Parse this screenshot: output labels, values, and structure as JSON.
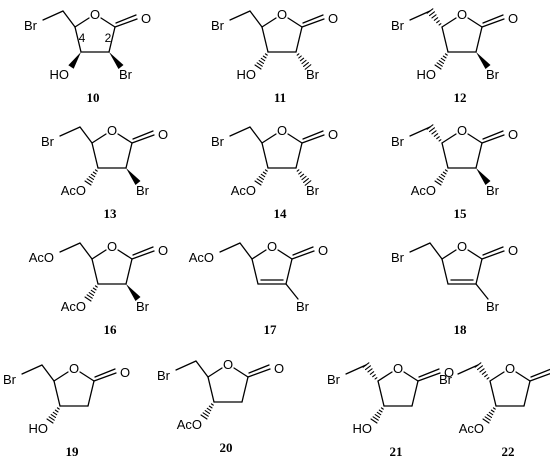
{
  "compounds": [
    {
      "label": "10",
      "kind": "sat",
      "c5": "Br",
      "c4": "HO",
      "c3": "Br",
      "c5Stereo": "plain",
      "c4Stereo": "wedge",
      "c3Stereo": "wedge",
      "positions": [
        "4",
        "2"
      ]
    },
    {
      "label": "11",
      "kind": "sat",
      "c5": "Br",
      "c4": "HO",
      "c3": "Br",
      "c5Stereo": "plain",
      "c4Stereo": "hash",
      "c3Stereo": "hash"
    },
    {
      "label": "12",
      "kind": "sat",
      "c5": "Br",
      "c4": "HO",
      "c3": "Br",
      "c5Stereo": "hash",
      "c4Stereo": "hash",
      "c3Stereo": "wedge"
    },
    {
      "label": "13",
      "kind": "sat",
      "c5": "Br",
      "c4": "AcO",
      "c3": "Br",
      "c5Stereo": "plain",
      "c4Stereo": "hash",
      "c3Stereo": "wedge"
    },
    {
      "label": "14",
      "kind": "sat",
      "c5": "Br",
      "c4": "AcO",
      "c3": "Br",
      "c5Stereo": "plain",
      "c4Stereo": "hash",
      "c3Stereo": "hash"
    },
    {
      "label": "15",
      "kind": "sat",
      "c5": "Br",
      "c4": "AcO",
      "c3": "Br",
      "c5Stereo": "hash",
      "c4Stereo": "hash",
      "c3Stereo": "wedge"
    },
    {
      "label": "16",
      "kind": "sat",
      "c5": "AcO",
      "c4": "AcO",
      "c3": "Br",
      "c5Stereo": "plain",
      "c4Stereo": "hash",
      "c3Stereo": "wedge"
    },
    {
      "label": "17",
      "kind": "unsat",
      "c5": "AcO",
      "c3": "Br",
      "c5Stereo": "plain"
    },
    {
      "label": "18",
      "kind": "unsat",
      "c5": "Br",
      "c3": "Br",
      "c5Stereo": "plain"
    },
    {
      "label": "19",
      "kind": "sat",
      "c5": "Br",
      "c4": "HO",
      "c3": "",
      "c5Stereo": "plain",
      "c4Stereo": "hash"
    },
    {
      "label": "20",
      "kind": "sat",
      "c5": "Br",
      "c4": "AcO",
      "c3": "",
      "c5Stereo": "plain",
      "c4Stereo": "hash"
    },
    {
      "label": "21",
      "kind": "sat",
      "c5": "Br",
      "c4": "HO",
      "c3": "",
      "c5Stereo": "hash",
      "c4Stereo": "hash"
    },
    {
      "label": "22",
      "kind": "sat",
      "c5": "Br",
      "c4": "AcO",
      "c3": "",
      "c5Stereo": "hash",
      "c4Stereo": "hash"
    }
  ],
  "atom_O": "O"
}
